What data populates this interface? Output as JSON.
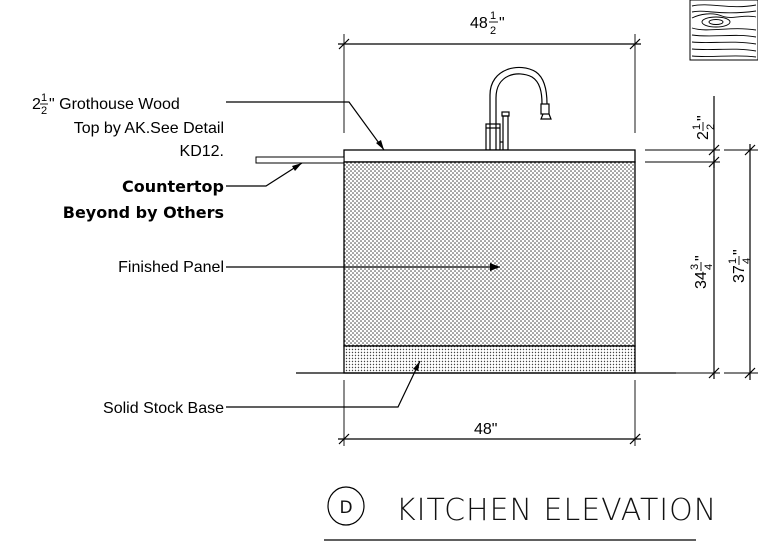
{
  "title": "KITCHEN ELEVATION",
  "detail_tag": "D",
  "labels": {
    "top_line1_whole": "2",
    "top_line1_num": "1",
    "top_line1_den": "2",
    "top_line1_rest": "\" Grothouse Wood",
    "top_line2": "Top by AK.See Detail",
    "top_line3": "KD12.",
    "countertop_line1": "Countertop",
    "countertop_line2": "Beyond by Others",
    "finished_panel": "Finished Panel",
    "solid_stock_base": "Solid Stock Base"
  },
  "dimensions": {
    "top_width": {
      "whole": "48",
      "num": "1",
      "den": "2",
      "unit": "\""
    },
    "bottom_width": {
      "text": "48\""
    },
    "top_thickness": {
      "whole": "2",
      "num": "1",
      "den": "2",
      "unit": "\""
    },
    "cabinet_height": {
      "whole": "34",
      "num": "3",
      "den": "4",
      "unit": "\""
    },
    "total_height": {
      "whole": "37",
      "num": "1",
      "den": "4",
      "unit": "\""
    }
  }
}
